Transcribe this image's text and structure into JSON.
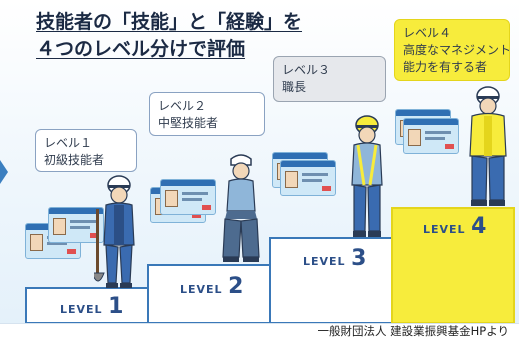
{
  "title": {
    "line1": "技能者の「技能」と「経験」を",
    "line2": "４つのレベル分けで評価"
  },
  "levels": [
    {
      "bubble_line1": "レベル１",
      "bubble_line2": "初級技能者",
      "word": "LEVEL",
      "num": "1"
    },
    {
      "bubble_line1": "レベル２",
      "bubble_line2": "中堅技能者",
      "word": "LEVEL",
      "num": "2"
    },
    {
      "bubble_line1": "レベル３",
      "bubble_line2": "職長",
      "word": "LEVEL",
      "num": "3"
    },
    {
      "bubble_line1": "レベル４",
      "bubble_line2": "高度なマネジメント",
      "bubble_line3": "能力を有する者",
      "word": "LEVEL",
      "num": "4"
    }
  ],
  "credit": "一般財団法人 建設業振興基金HPより",
  "colors": {
    "accent": "#3a78b8",
    "yellow": "#f7ec3c",
    "navy": "#2c4f88"
  }
}
